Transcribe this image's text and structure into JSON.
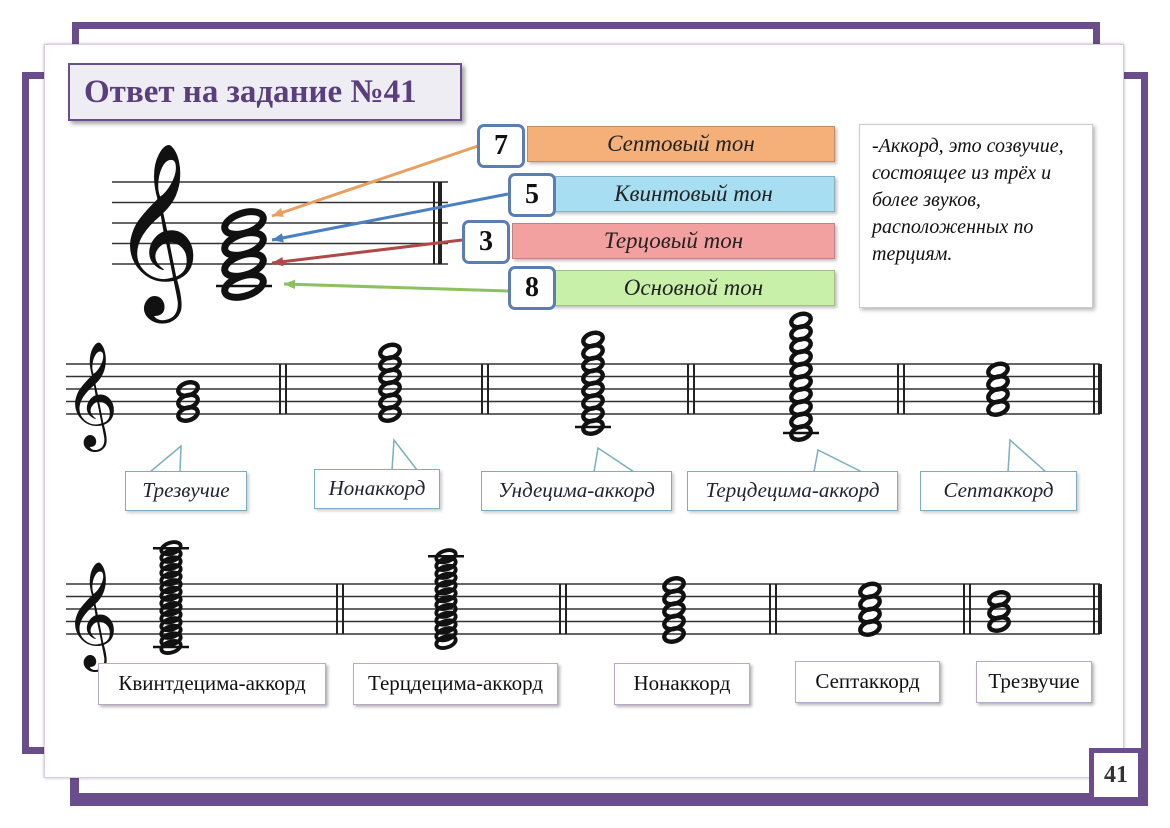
{
  "title": "Ответ на задание №41",
  "tones": [
    {
      "num": "7",
      "label": "Септовый тон",
      "color": "#f5b07a"
    },
    {
      "num": "5",
      "label": "Квинтовый тон",
      "color": "#a8def2"
    },
    {
      "num": "3",
      "label": "Терцовый тон",
      "color": "#f3a0a0"
    },
    {
      "num": "8",
      "label": "Основной тон",
      "color": "#c9f0a8"
    }
  ],
  "definition": "-Аккорд, это созвучие, состоящее из трёх и более звуков, расположенных по терциям.",
  "row1_labels": [
    "Трезвучие",
    "Нонаккорд",
    "Ундецима-аккорд",
    "Терцдецима-аккорд",
    "Септаккорд"
  ],
  "row2_labels": [
    "Квинтдецима-аккорд",
    "Терцдецима-аккорд",
    "Нонаккорд",
    "Септаккорд",
    "Трезвучие"
  ],
  "page_number": "41",
  "icons": {
    "clef": "treble-clef-icon",
    "chord": "chord-icon"
  },
  "colors": {
    "frame": "#6a4e8c",
    "arrow_seventh": "#e8a060",
    "arrow_fifth": "#4a7fc0",
    "arrow_third": "#b04848",
    "arrow_root": "#8cc060"
  }
}
